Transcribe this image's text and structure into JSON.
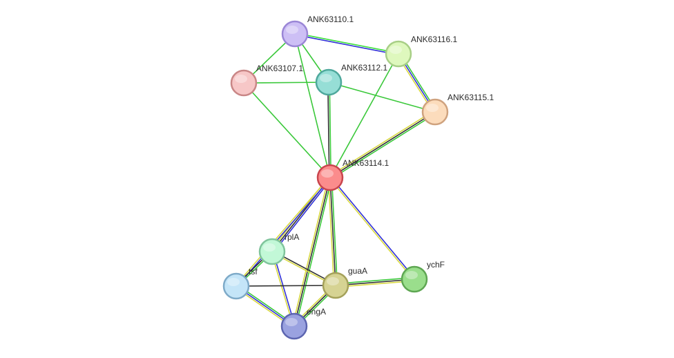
{
  "network": {
    "nodes": [
      {
        "id": "ANK63110.1",
        "label": "ANK63110.1",
        "fill": "#cdbff5",
        "stroke": "#9a86d6"
      },
      {
        "id": "ANK63116.1",
        "label": "ANK63116.1",
        "fill": "#def8bd",
        "stroke": "#a8cf86"
      },
      {
        "id": "ANK63107.1",
        "label": "ANK63107.1",
        "fill": "#f7c7c7",
        "stroke": "#c98686"
      },
      {
        "id": "ANK63112.1",
        "label": "ANK63112.1",
        "fill": "#96ded6",
        "stroke": "#4ea89c"
      },
      {
        "id": "ANK63115.1",
        "label": "ANK63115.1",
        "fill": "#fcdcbc",
        "stroke": "#cfa27e"
      },
      {
        "id": "ANK63114.1",
        "label": "ANK63114.1",
        "fill": "#fb8c8c",
        "stroke": "#c9454d"
      },
      {
        "id": "rplA",
        "label": "rplA",
        "fill": "#c2f8d7",
        "stroke": "#80c49c"
      },
      {
        "id": "ychF",
        "label": "ychF",
        "fill": "#9ade8c",
        "stroke": "#5ea652"
      },
      {
        "id": "tsf",
        "label": "tsf",
        "fill": "#c4e5f8",
        "stroke": "#7eaac8"
      },
      {
        "id": "guaA",
        "label": "guaA",
        "fill": "#d6d393",
        "stroke": "#a4a15a"
      },
      {
        "id": "engA",
        "label": "engA",
        "fill": "#9aa2e0",
        "stroke": "#5c65b0"
      }
    ],
    "edges": [
      {
        "source": "ANK63110.1",
        "target": "ANK63116.1",
        "colors": [
          "#3be03b",
          "#3030d8"
        ]
      },
      {
        "source": "ANK63110.1",
        "target": "ANK63107.1",
        "colors": [
          "#3ac83a"
        ]
      },
      {
        "source": "ANK63110.1",
        "target": "ANK63112.1",
        "colors": [
          "#3ac83a"
        ]
      },
      {
        "source": "ANK63110.1",
        "target": "ANK63114.1",
        "colors": [
          "#3ac83a"
        ]
      },
      {
        "source": "ANK63107.1",
        "target": "ANK63112.1",
        "colors": [
          "#3ac83a"
        ]
      },
      {
        "source": "ANK63107.1",
        "target": "ANK63114.1",
        "colors": [
          "#3ac83a"
        ]
      },
      {
        "source": "ANK63112.1",
        "target": "ANK63115.1",
        "colors": [
          "#3ac83a"
        ]
      },
      {
        "source": "ANK63112.1",
        "target": "ANK63114.1",
        "colors": [
          "#3ac83a",
          "#303030"
        ]
      },
      {
        "source": "ANK63116.1",
        "target": "ANK63115.1",
        "colors": [
          "#3ac83a",
          "#3030d8",
          "#d8d840"
        ]
      },
      {
        "source": "ANK63116.1",
        "target": "ANK63114.1",
        "colors": [
          "#3ac83a"
        ]
      },
      {
        "source": "ANK63115.1",
        "target": "ANK63114.1",
        "colors": [
          "#3ac83a",
          "#303030",
          "#d8d840"
        ]
      },
      {
        "source": "ANK63114.1",
        "target": "rplA",
        "colors": [
          "#3030d8",
          "#303030",
          "#d8d840"
        ]
      },
      {
        "source": "ANK63114.1",
        "target": "tsf",
        "colors": [
          "#3030d8",
          "#d8d840"
        ]
      },
      {
        "source": "ANK63114.1",
        "target": "guaA",
        "colors": [
          "#3ac83a",
          "#303030",
          "#d8d840"
        ]
      },
      {
        "source": "ANK63114.1",
        "target": "engA",
        "colors": [
          "#3ac83a",
          "#303030",
          "#d8d840"
        ]
      },
      {
        "source": "ANK63114.1",
        "target": "ychF",
        "colors": [
          "#3030d8",
          "#d8d840"
        ]
      },
      {
        "source": "rplA",
        "target": "tsf",
        "colors": [
          "#3ac83a",
          "#303030"
        ]
      },
      {
        "source": "rplA",
        "target": "guaA",
        "colors": [
          "#303030",
          "#d8d840"
        ]
      },
      {
        "source": "rplA",
        "target": "engA",
        "colors": [
          "#3030d8",
          "#d8d840"
        ]
      },
      {
        "source": "tsf",
        "target": "guaA",
        "colors": [
          "#303030"
        ]
      },
      {
        "source": "tsf",
        "target": "engA",
        "colors": [
          "#3ac83a",
          "#3030d8",
          "#d8d840"
        ]
      },
      {
        "source": "guaA",
        "target": "ychF",
        "colors": [
          "#3ac83a",
          "#303030",
          "#d8d840"
        ]
      },
      {
        "source": "guaA",
        "target": "engA",
        "colors": [
          "#3ac83a",
          "#303030",
          "#d8d840"
        ]
      }
    ]
  }
}
